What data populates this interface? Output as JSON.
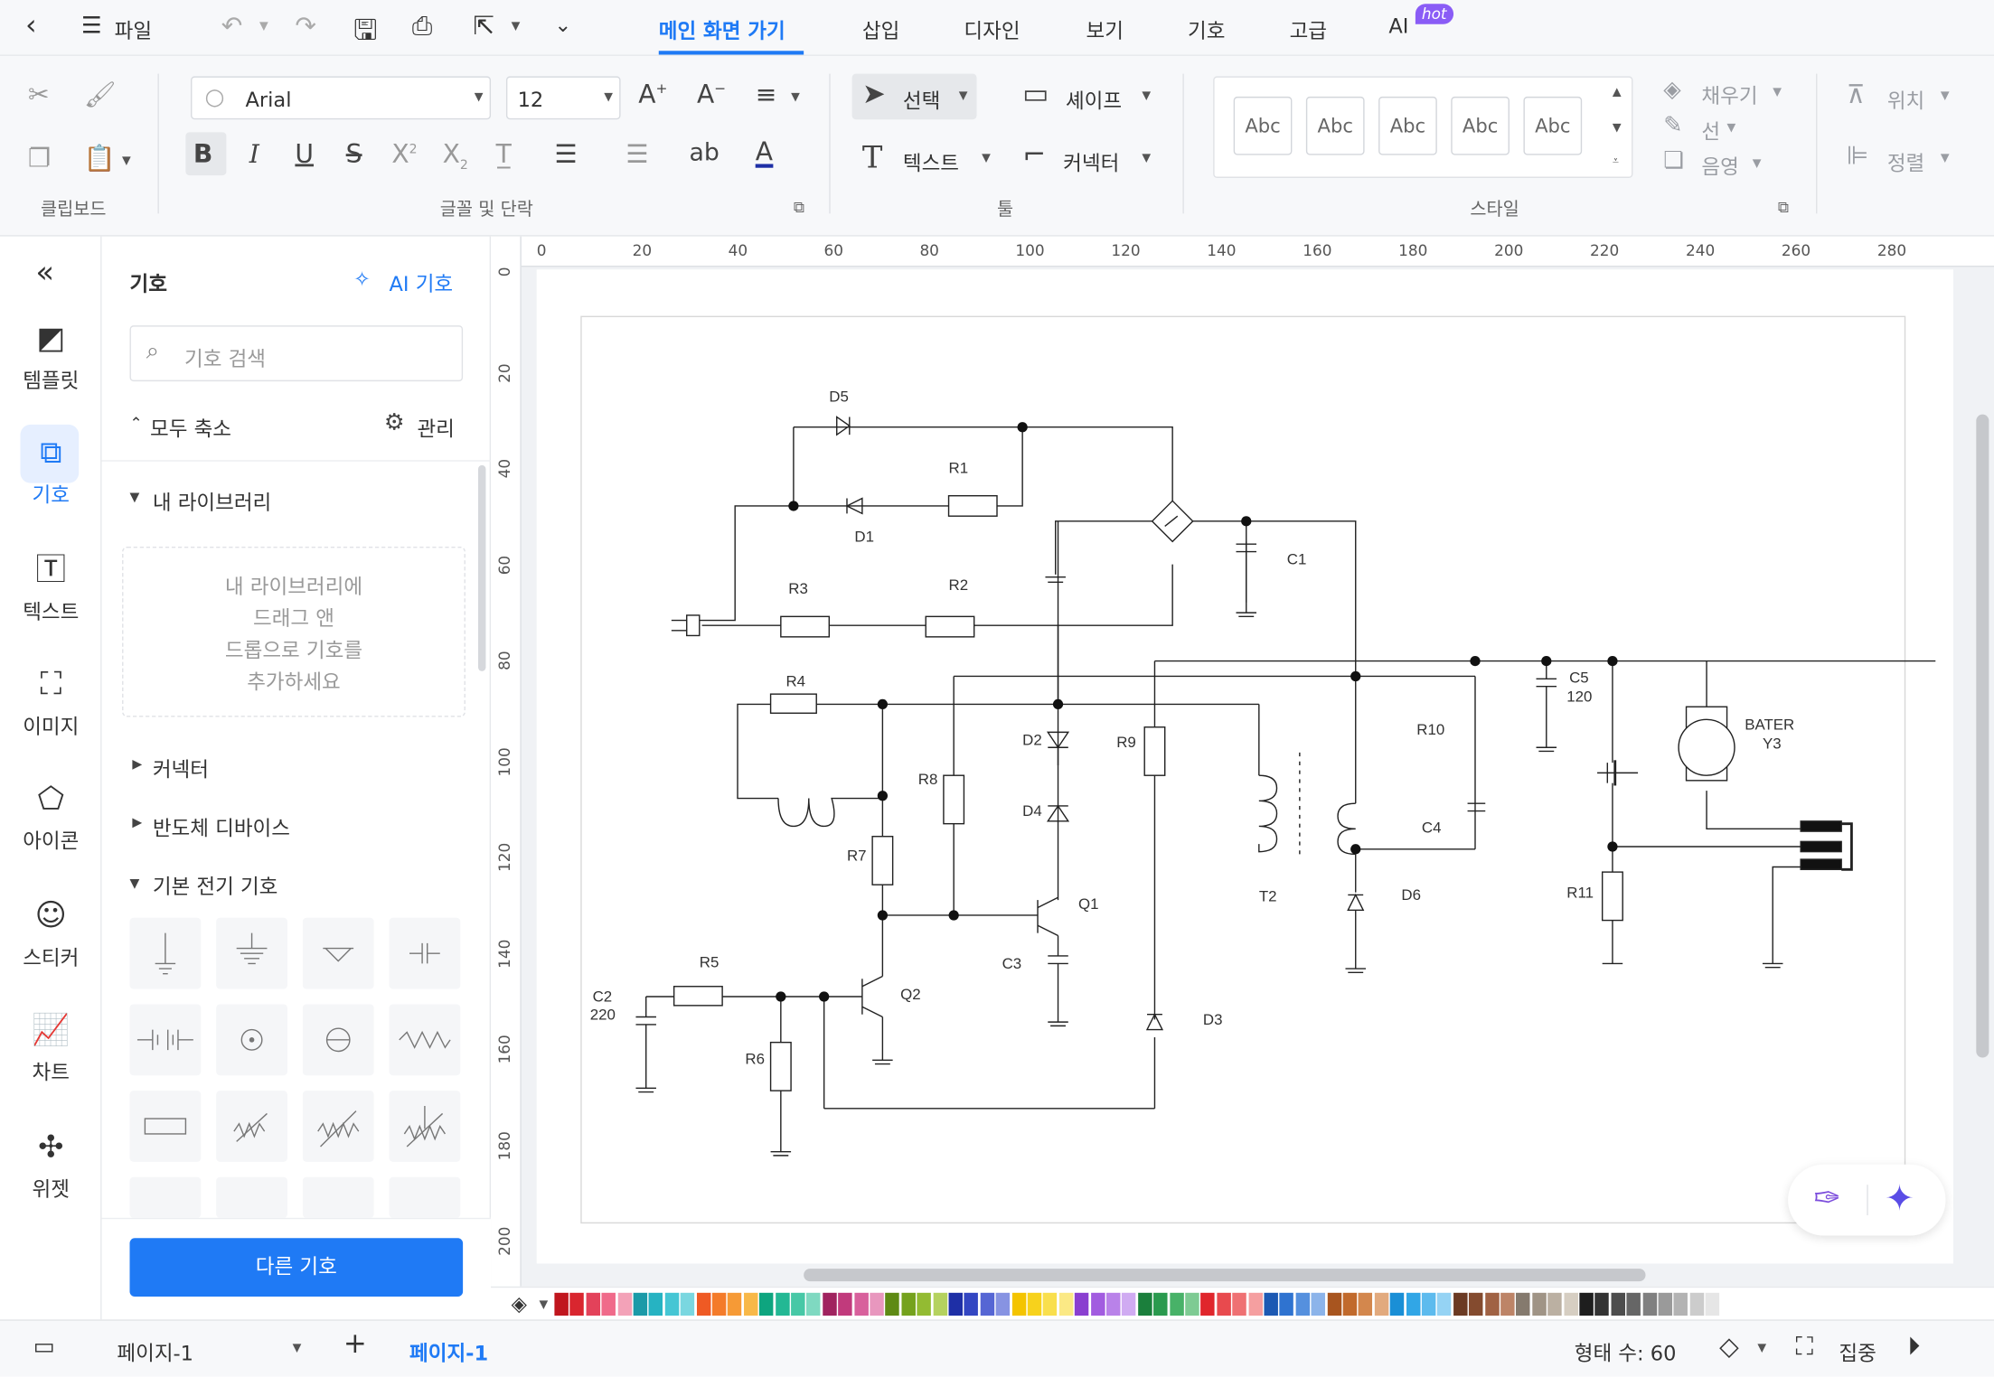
{
  "menubar": {
    "file": "파일",
    "tabs": [
      "메인 화면 가기",
      "삽입",
      "디자인",
      "보기",
      "기호",
      "고급",
      "AI"
    ],
    "hot_badge": "hot"
  },
  "ribbon": {
    "font_name": "Arial",
    "font_size": "12",
    "select_label": "선택",
    "shape_label": "셰이프",
    "text_label": "텍스트",
    "connector_label": "커넥터",
    "style_swatches": [
      "Abc",
      "Abc",
      "Abc",
      "Abc",
      "Abc"
    ],
    "fill_label": "채우기",
    "line_label": "선",
    "shadow_label": "음영",
    "position_label": "위치",
    "align_label": "정렬",
    "group_clipboard": "클립보드",
    "group_font": "글꼴 및 단락",
    "group_tools": "툴",
    "group_style": "스타일"
  },
  "rail": {
    "items": [
      "템플릿",
      "기호",
      "텍스트",
      "이미지",
      "아이콘",
      "스티커",
      "차트",
      "위젯"
    ]
  },
  "panel": {
    "title": "기호",
    "ai_symbol": "AI 기호",
    "search_placeholder": "기호 검색",
    "collapse_all": "모두 축소",
    "manage": "관리",
    "my_library": "내 라이브러리",
    "my_library_hint": [
      "내 라이브러리에",
      "드래그 앤",
      "드롭으로 기호를",
      "추가하세요"
    ],
    "connector": "커넥터",
    "semiconductor": "반도체 디바이스",
    "basic_electric": "기본 전기 기호",
    "other_symbols": "다른 기호"
  },
  "ruler": {
    "top": [
      "0",
      "20",
      "40",
      "60",
      "80",
      "100",
      "120",
      "140",
      "160",
      "180",
      "200",
      "220",
      "240",
      "260",
      "280"
    ],
    "left": [
      "0",
      "20",
      "40",
      "60",
      "80",
      "100",
      "120",
      "140",
      "160",
      "180",
      "200"
    ]
  },
  "circuit_labels": {
    "D5": "D5",
    "D1": "D1",
    "R1": "R1",
    "R2": "R2",
    "R3": "R3",
    "C1": "C1",
    "R4": "R4",
    "D2": "D2",
    "D4": "D4",
    "R8": "R8",
    "R9": "R9",
    "R7": "R7",
    "Q1": "Q1",
    "C3": "C3",
    "R5": "R5",
    "Q2": "Q2",
    "R6": "R6",
    "C2": "C2",
    "C2v": "220",
    "T2": "T2",
    "D3": "D3",
    "R10": "R10",
    "C4": "C4",
    "D6": "D6",
    "C5": "C5",
    "C5v": "120",
    "R11": "R11",
    "BATER": "BATER",
    "Y3": "Y3"
  },
  "colors": {
    "accent": "#1f7af5",
    "palette": [
      "#c0161e",
      "#d9262f",
      "#e3425a",
      "#f06a8a",
      "#f3a2b8",
      "#1b9aa8",
      "#26b3c2",
      "#45c6d4",
      "#7ad7e0",
      "#ef5a24",
      "#f47b2a",
      "#f69a36",
      "#f8b848",
      "#0ea57f",
      "#23b894",
      "#47c8a6",
      "#7fd9c1",
      "#a0235f",
      "#c13a7c",
      "#d8609c",
      "#e897be",
      "#5e8a14",
      "#75a21d",
      "#93bb32",
      "#b5d25f",
      "#1e2fa6",
      "#3346c2",
      "#5666d4",
      "#8793e2",
      "#f4c400",
      "#f7d21c",
      "#f9df4d",
      "#fbe985",
      "#8a3fd0",
      "#a25ce0",
      "#b982e9",
      "#d0abf2",
      "#1b7f3c",
      "#2a9a4e",
      "#48b268",
      "#7ecb93",
      "#e0262c",
      "#e84a4e",
      "#ef7173",
      "#f59fa0",
      "#1c59b3",
      "#2f73d0",
      "#5590de",
      "#8cb4ea",
      "#a8551f",
      "#c16a2c",
      "#d3874d",
      "#e2aa7e",
      "#1a8fd6",
      "#31a6e6",
      "#5dbbee",
      "#95d3f4",
      "#6b3a23",
      "#844b2f",
      "#a06244",
      "#bd8467",
      "#857a6e",
      "#a09486",
      "#bbb0a2",
      "#d6cec2",
      "#1e1e1e",
      "#333333",
      "#4d4d4d",
      "#666666",
      "#808080",
      "#9a9a9a",
      "#b3b3b3",
      "#cccccc",
      "#e6e6e6"
    ]
  },
  "statusbar": {
    "page_dropdown": "페이지-1",
    "page_tab": "페이지-1",
    "shape_count": "형태 수: 60",
    "focus": "집중"
  }
}
